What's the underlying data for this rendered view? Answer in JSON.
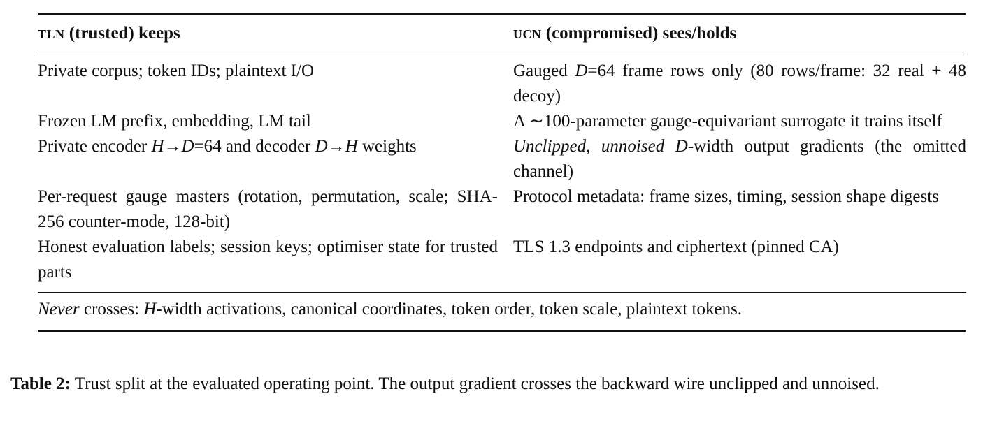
{
  "table": {
    "header": {
      "left_abbr": "tln",
      "left_rest": " (trusted) keeps",
      "right_abbr": "ucn",
      "right_rest": " (compromised) sees/holds"
    },
    "rows": [
      {
        "left": [
          "Private corpus; token IDs; plaintext I/O"
        ],
        "right": [
          "Gauged ",
          "D",
          "=64 frame rows only (80 rows/frame: 32 real + 48 decoy)"
        ]
      },
      {
        "left": [
          "Frozen LM prefix, embedding, LM tail"
        ],
        "right": [
          "A ∼100-parameter gauge-equivariant surrogate it trains itself"
        ]
      },
      {
        "left": [
          "Private encoder ",
          "H",
          "→",
          "D",
          "=64 and decoder ",
          "D",
          "→",
          "H",
          " weights"
        ],
        "right": [
          "Unclipped, unnoised",
          " ",
          "D",
          "-width output gradients (the omitted channel)"
        ]
      },
      {
        "left": [
          "Per-request gauge masters (rotation, permutation, scale; SHA-256 counter-mode, 128-bit)"
        ],
        "right": [
          "Protocol metadata: frame sizes, timing, session shape digests"
        ]
      },
      {
        "left": [
          "Honest evaluation labels; session keys; optimiser state for trusted parts"
        ],
        "right": [
          "TLS 1.3 endpoints and ciphertext (pinned CA)"
        ]
      }
    ],
    "footer": {
      "never": "Never",
      "crosses": " crosses: ",
      "h": "H",
      "rest": "-width activations, canonical coordinates, token order, token scale, plaintext tokens."
    }
  },
  "caption": {
    "label": "Table 2:",
    "text": " Trust split at the evaluated operating point. The output gradient crosses the backward wire unclipped and unnoised."
  }
}
